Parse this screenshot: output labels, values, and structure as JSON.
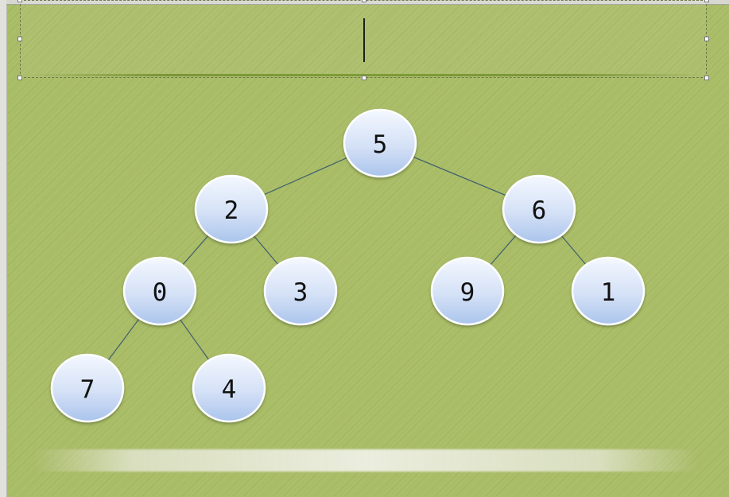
{
  "slide": {
    "title_placeholder": ""
  },
  "colors": {
    "background": "#a9bc66",
    "node_fill_top": "#f4f8ff",
    "node_fill_bottom": "#aac4ec",
    "node_border": "#ffffff",
    "edge": "#3e5f6f"
  },
  "tree": {
    "nodes": [
      {
        "id": "n5",
        "label": "5"
      },
      {
        "id": "n2",
        "label": "2"
      },
      {
        "id": "n6",
        "label": "6"
      },
      {
        "id": "n0",
        "label": "0"
      },
      {
        "id": "n3",
        "label": "3"
      },
      {
        "id": "n9",
        "label": "9"
      },
      {
        "id": "n1",
        "label": "1"
      },
      {
        "id": "n7",
        "label": "7"
      },
      {
        "id": "n4",
        "label": "4"
      }
    ],
    "edges": [
      [
        "n5",
        "n2"
      ],
      [
        "n5",
        "n6"
      ],
      [
        "n2",
        "n0"
      ],
      [
        "n2",
        "n3"
      ],
      [
        "n6",
        "n9"
      ],
      [
        "n6",
        "n1"
      ],
      [
        "n0",
        "n7"
      ],
      [
        "n0",
        "n4"
      ]
    ]
  }
}
